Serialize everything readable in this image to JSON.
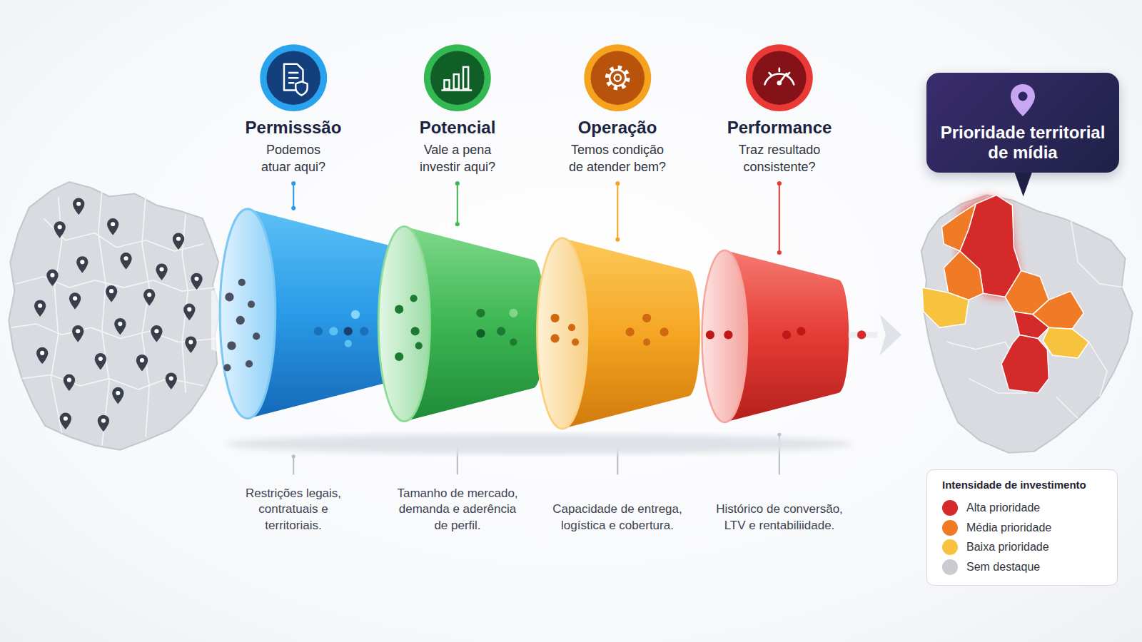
{
  "diagram": {
    "nodes": [
      {
        "text": [
          "Permisssão",
          "Podemos atuar aqui?",
          "Restrições legais, contratuais e territoriais."
        ]
      },
      {
        "text": [
          "Potencial",
          "Vale a pena investir aqui?",
          "Tamanho de mercado, demanda e aderência de perfil."
        ]
      },
      {
        "text": [
          "Operação",
          "Temos condição de atender bem?",
          "Capacidade de entrega, logística e cobertura."
        ]
      },
      {
        "text": [
          "Performance",
          "Traz resultado consistente?",
          "Histórico de conversão, LTV e rentabiliidade."
        ]
      },
      {
        "text": [
          "Prioridade territorial de mídia"
        ]
      }
    ],
    "labels": [
      "Intensidade de investimento"
    ],
    "legend": [
      {
        "text": "Alta prioridade",
        "color": "#d42a2a"
      },
      {
        "text": "Média prioridade",
        "color": "#f07a26"
      },
      {
        "text": "Baixa prioridade",
        "color": "#f7c23e"
      },
      {
        "text": "Sem destaque",
        "color": "#c9cbd1"
      }
    ]
  }
}
